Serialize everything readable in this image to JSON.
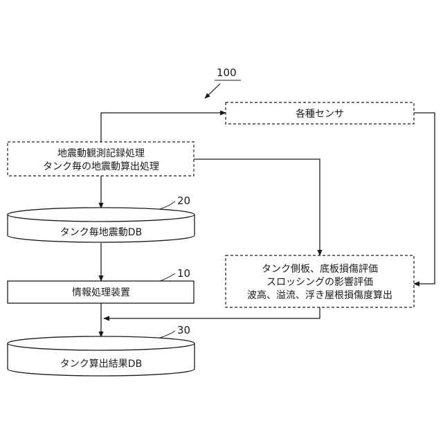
{
  "figure": {
    "system_ref": "100",
    "sensors": {
      "label": "各種センサ"
    },
    "recording": {
      "line1": "地震動観測記録処理",
      "line2": "タンク毎の地震動算出処理"
    },
    "db_tank_motion": {
      "label": "タンク毎地震動DB",
      "ref": "20"
    },
    "info_processor": {
      "label": "情報処理装置",
      "ref": "10"
    },
    "evaluation": {
      "line1": "タンク側板、底板損傷評価",
      "line2": "スロッシングの影響評価",
      "line3": "波高、溢流、浮き屋根損傷度算出"
    },
    "db_results": {
      "label": "タンク算出結果DB",
      "ref": "30"
    }
  }
}
